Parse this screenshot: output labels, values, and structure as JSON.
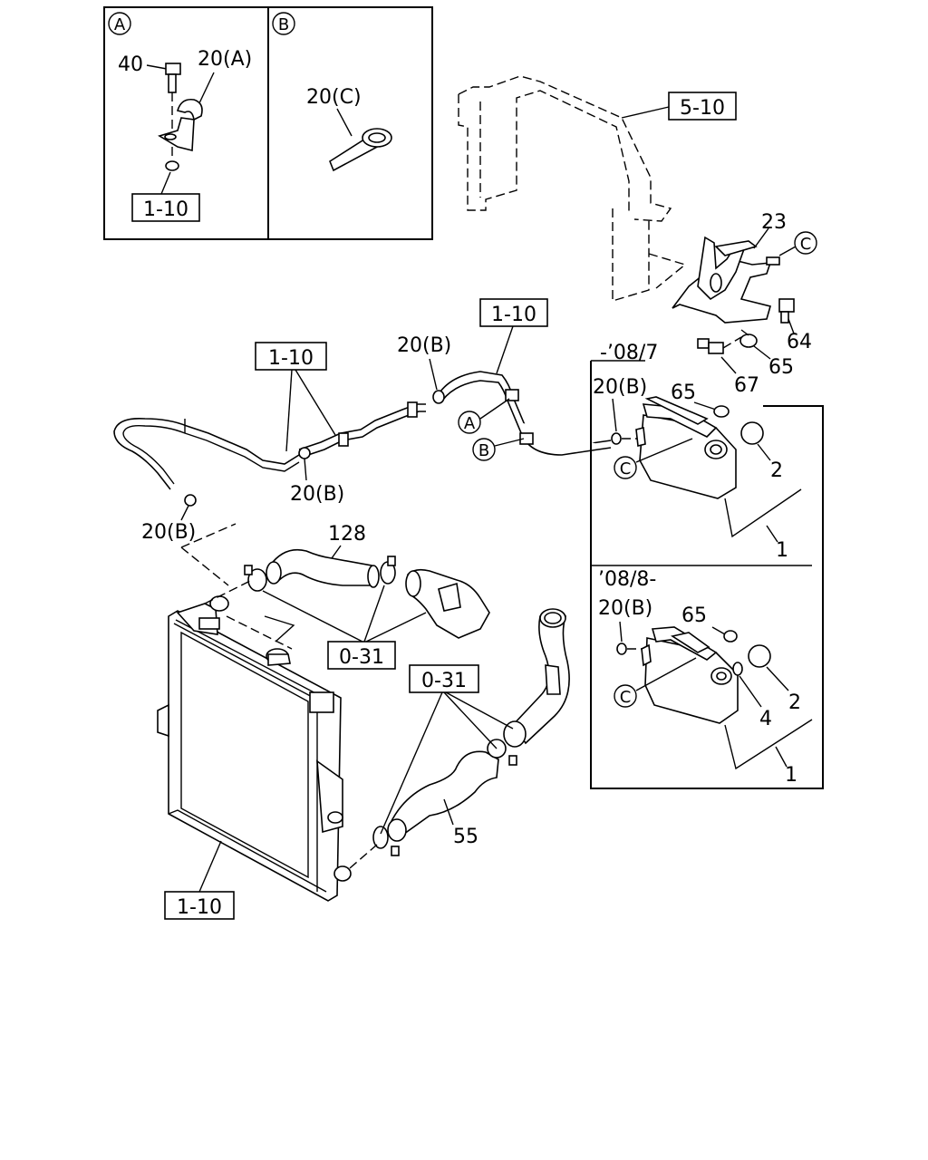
{
  "insets": {
    "a": {
      "marker": "A",
      "bolt": "40",
      "clip": "20(A)",
      "ref": "1-10"
    },
    "b": {
      "marker": "B",
      "clip": "20(C)"
    }
  },
  "refs": {
    "shroud": "5-10",
    "hose_upper": "1-10",
    "hose_left": "1-10",
    "hoses_upper_0_31": "0-31",
    "hoses_lower_0_31": "0-31",
    "radiator": "1-10"
  },
  "markers": {
    "a": "A",
    "b": "B",
    "c1": "C",
    "c2": "C",
    "c3": "C"
  },
  "callouts": {
    "bracket_bolt": "23",
    "bolt_64": "64",
    "nut_65": "65",
    "bolt_67": "67",
    "clip_top": "20(B)",
    "clip_mid": "20(B)",
    "clip_left": "20(B)",
    "hose_128": "128",
    "hose_55": "55"
  },
  "variant_early": {
    "label": "-’08/7",
    "clip": "20(B)",
    "nut": "65",
    "cap": "2",
    "tank": "1"
  },
  "variant_late": {
    "label": "’08/8-",
    "clip": "20(B)",
    "nut": "65",
    "cap": "2",
    "seal": "4",
    "tank": "1"
  }
}
